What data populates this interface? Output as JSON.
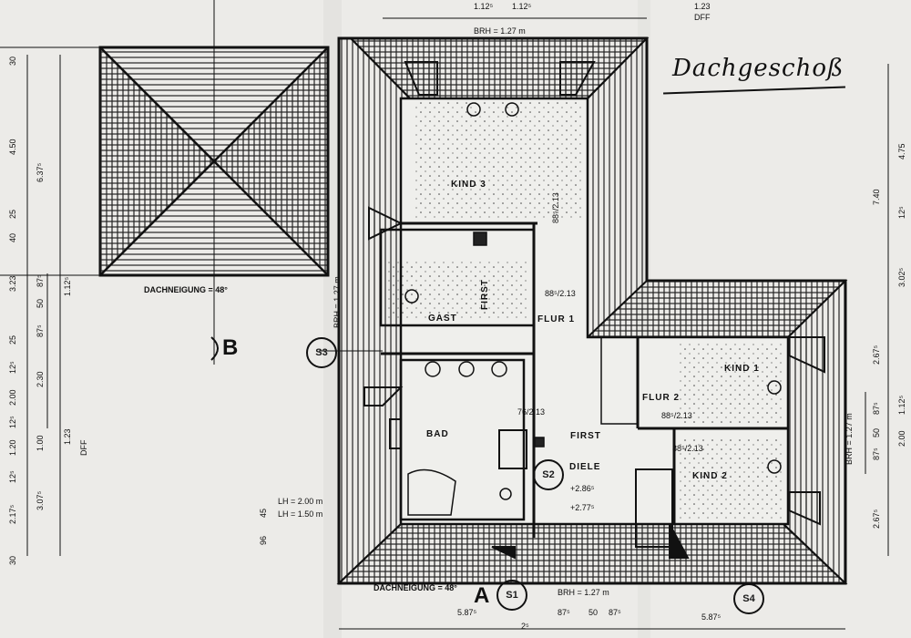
{
  "title": "Dachgeschoß",
  "rooms": {
    "kind3": "KIND  3",
    "gast": "GAST",
    "first_left": "FIRST",
    "flur1": "FLUR 1",
    "bad": "BAD",
    "first_center": "FIRST",
    "diele": "DIELE",
    "flur2": "FLUR 2",
    "kind1": "KIND  1",
    "kind2": "KIND  2"
  },
  "section_markers": {
    "s1": "S1",
    "s2": "S2",
    "s3": "S3",
    "s4": "S4",
    "a": "A",
    "b": "B"
  },
  "notes": {
    "dachneigung_left": "DACHNEIGUNG = 48°",
    "dachneigung_bottom": "DACHNEIGUNG = 48°",
    "brh_top": "BRH = 1.27 m",
    "brh_left": "BRH = 1.27 m",
    "brh_bottom": "BRH = 1.27 m",
    "brh_right": "BRH = 1.27 m",
    "lh1": "LH = 2.00 m",
    "lh2": "LH = 1.50 m",
    "height_kind3": "88⁵/2.13",
    "height_gast": "88⁵/2.13",
    "height_flur1": "76/2.13",
    "height_flur2": "88⁵/2.13",
    "height_kind2": "88⁵/2.13",
    "level1": "+2.86⁵",
    "level2": "+2.77⁵"
  },
  "dims_top": [
    "1.12⁵",
    "1.12⁵",
    "1.23",
    "DFF"
  ],
  "dims_left": [
    "30",
    "4.50",
    "6.37⁵",
    "25",
    "40",
    "3.23",
    "87⁵",
    "50",
    "87⁵",
    "1.12⁵",
    "25",
    "12⁵",
    "2.30",
    "2.00",
    "12⁵",
    "1.23",
    "DFF",
    "1.20",
    "1.00",
    "12⁵",
    "3.07⁵",
    "2.17⁵",
    "30"
  ],
  "dims_bottom": [
    "45",
    "96",
    "2⁵",
    "5.87⁵",
    "87⁵",
    "50",
    "87⁵",
    "5.87⁵"
  ],
  "dims_right": [
    "4.75",
    "7.40",
    "12⁵",
    "3.02⁵",
    "2.67⁵",
    "1.12⁵",
    "87⁵",
    "50",
    "87⁵",
    "2.00",
    "2.67⁵"
  ]
}
